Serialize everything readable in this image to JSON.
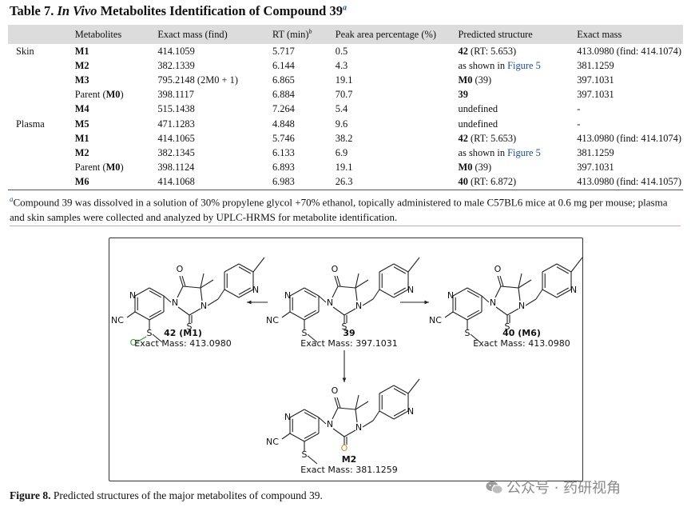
{
  "table": {
    "title_prefix": "Table 7. ",
    "title_italic": "In Vivo",
    "title_rest": " Metabolites Identification of Compound 39",
    "title_sup": "a",
    "headers": [
      "",
      "Metabolites",
      "Exact mass (find)",
      "RT (min)",
      "Peak area percentage (%)",
      "Predicted structure",
      "Exact mass"
    ],
    "rt_header_sup": "b",
    "rows": [
      {
        "group": "Skin",
        "met_pre": "",
        "met_bold": "M1",
        "met_post": "",
        "mass_find": "414.1059",
        "rt": "5.717",
        "peak": "0.5",
        "pred_bold": "42",
        "pred_rest": " (RT: 5.653)",
        "pred_link": "",
        "exact": "413.0980 (find: 414.1074)"
      },
      {
        "group": "",
        "met_pre": "",
        "met_bold": "M2",
        "met_post": "",
        "mass_find": "382.1339",
        "rt": "6.144",
        "peak": "4.3",
        "pred_bold": "",
        "pred_rest": "as shown in ",
        "pred_link": "Figure 5",
        "exact": "381.1259"
      },
      {
        "group": "",
        "met_pre": "",
        "met_bold": "M3",
        "met_post": "",
        "mass_find": "795.2148 (2M0 + 1)",
        "rt": "6.865",
        "peak": "19.1",
        "pred_bold": "M0",
        "pred_rest": " (39)",
        "pred_link": "",
        "exact": "397.1031"
      },
      {
        "group": "",
        "met_pre": "Parent (",
        "met_bold": "M0",
        "met_post": ")",
        "mass_find": "398.1117",
        "rt": "6.884",
        "peak": "70.7",
        "pred_bold": "39",
        "pred_rest": "",
        "pred_link": "",
        "exact": "397.1031"
      },
      {
        "group": "",
        "met_pre": "",
        "met_bold": "M4",
        "met_post": "",
        "mass_find": "515.1438",
        "rt": "7.264",
        "peak": "5.4",
        "pred_bold": "",
        "pred_rest": "undefined",
        "pred_link": "",
        "exact": "-"
      },
      {
        "group": "Plasma",
        "met_pre": "",
        "met_bold": "M5",
        "met_post": "",
        "mass_find": "471.1283",
        "rt": "4.848",
        "peak": "9.6",
        "pred_bold": "",
        "pred_rest": "undefined",
        "pred_link": "",
        "exact": "-"
      },
      {
        "group": "",
        "met_pre": "",
        "met_bold": "M1",
        "met_post": "",
        "mass_find": "414.1065",
        "rt": "5.746",
        "peak": "38.2",
        "pred_bold": "42",
        "pred_rest": " (RT: 5.653)",
        "pred_link": "",
        "exact": "413.0980 (find: 414.1074)"
      },
      {
        "group": "",
        "met_pre": "",
        "met_bold": "M2",
        "met_post": "",
        "mass_find": "382.1345",
        "rt": "6.133",
        "peak": "6.9",
        "pred_bold": "",
        "pred_rest": "as shown in ",
        "pred_link": "Figure 5",
        "exact": "381.1259"
      },
      {
        "group": "",
        "met_pre": "Parent (",
        "met_bold": "M0",
        "met_post": ")",
        "mass_find": "398.1124",
        "rt": "6.893",
        "peak": "19.1",
        "pred_bold": "M0",
        "pred_rest": " (39)",
        "pred_link": "",
        "exact": "397.1031"
      },
      {
        "group": "",
        "met_pre": "",
        "met_bold": "M6",
        "met_post": "",
        "mass_find": "414.1068",
        "rt": "6.983",
        "peak": "26.3",
        "pred_bold": "40",
        "pred_rest": " (RT: 6.872)",
        "pred_link": "",
        "exact": "413.0980 (find: 414.1057)"
      }
    ],
    "footnote_sup": "a",
    "footnote": "Compound 39 was dissolved in a solution of 30% propylene glycol +70% ethanol, topically administered to male C57BL6 mice at 0.6 mg per mouse; plasma and skin samples were collected and analyzed by UPLC-HRMS for metabolite identification."
  },
  "figure": {
    "atoms": {
      "N": "N",
      "O": "O",
      "S": "S",
      "NC": "NC",
      "OH": "OH"
    },
    "parent": {
      "id": "39",
      "mass": "Exact Mass: 397.1031"
    },
    "m1": {
      "id": "42 (M1)",
      "mass": "Exact Mass: 413.0980"
    },
    "m6": {
      "id": "40 (M6)",
      "mass": "Exact Mass: 413.0980"
    },
    "m2": {
      "id": "M2",
      "mass": "Exact Mass: 381.1259"
    },
    "caption_bold": "Figure 8.",
    "caption_text": " Predicted structures of the major metabolites of compound 39."
  },
  "watermark": "公众号 · 药研视角",
  "colors": {
    "link": "#1a4fa0",
    "header_bg": "#dcdcdc",
    "oxidation": "#2a9d2a",
    "orange": "#e08a1e",
    "rule": "#d9a3b3"
  }
}
